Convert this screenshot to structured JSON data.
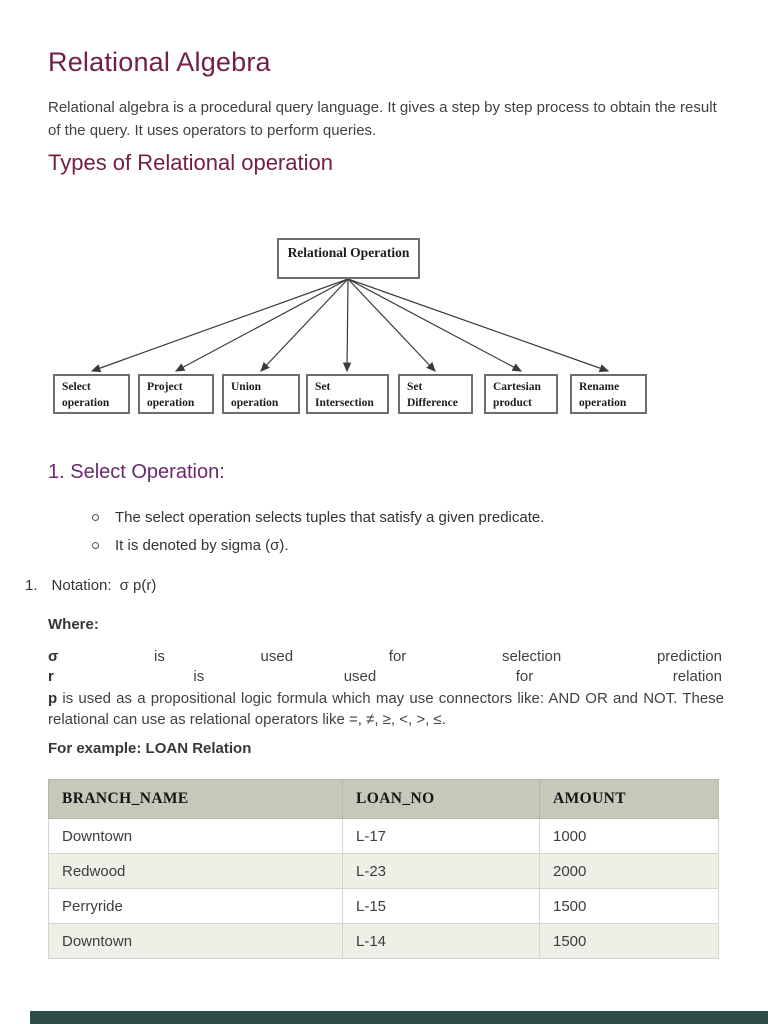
{
  "page": {
    "title": "Relational Algebra",
    "intro": "Relational algebra is a procedural query language. It gives a step by step process to obtain the result of the query. It uses operators to perform queries.",
    "section_types_heading": "Types of Relational operation",
    "section_select_heading": "1. Select Operation:"
  },
  "diagram": {
    "root": "Relational Operation",
    "children": [
      "Select operation",
      "Project operation",
      "Union operation",
      "Set Intersection",
      "Set Difference",
      "Cartesian product",
      "Rename operation"
    ]
  },
  "bullets": [
    "The select operation selects tuples that satisfy a given predicate.",
    "It is denoted by sigma (σ)."
  ],
  "notation": {
    "number": "1.",
    "label": "Notation:",
    "formula": "σ p(r)"
  },
  "where": {
    "label": "Where:",
    "line1": [
      "σ",
      "is",
      "used",
      "for",
      "selection",
      "prediction"
    ],
    "line2": [
      "r",
      "is",
      "used",
      "for",
      "relation"
    ],
    "line3_term": "p",
    "line3_rest": "is used as a propositional logic formula which may use connectors like: AND OR and NOT. These relational can use as relational operators like =, ≠, ≥, <, >, ≤."
  },
  "example_label": "For example: LOAN Relation",
  "table": {
    "headers": [
      "BRANCH_NAME",
      "LOAN_NO",
      "AMOUNT"
    ],
    "rows": [
      [
        "Downtown",
        "L-17",
        "1000"
      ],
      [
        "Redwood",
        "L-23",
        "2000"
      ],
      [
        "Perryride",
        "L-15",
        "1500"
      ],
      [
        "Downtown",
        "L-14",
        "1500"
      ]
    ]
  },
  "colors": {
    "heading_maroon": "#722045",
    "heading_purple": "#692a6e",
    "table_header_bg": "#c6c8b9",
    "row_alt_bg": "#eef0e7",
    "footer_bar": "#2e4b45"
  }
}
